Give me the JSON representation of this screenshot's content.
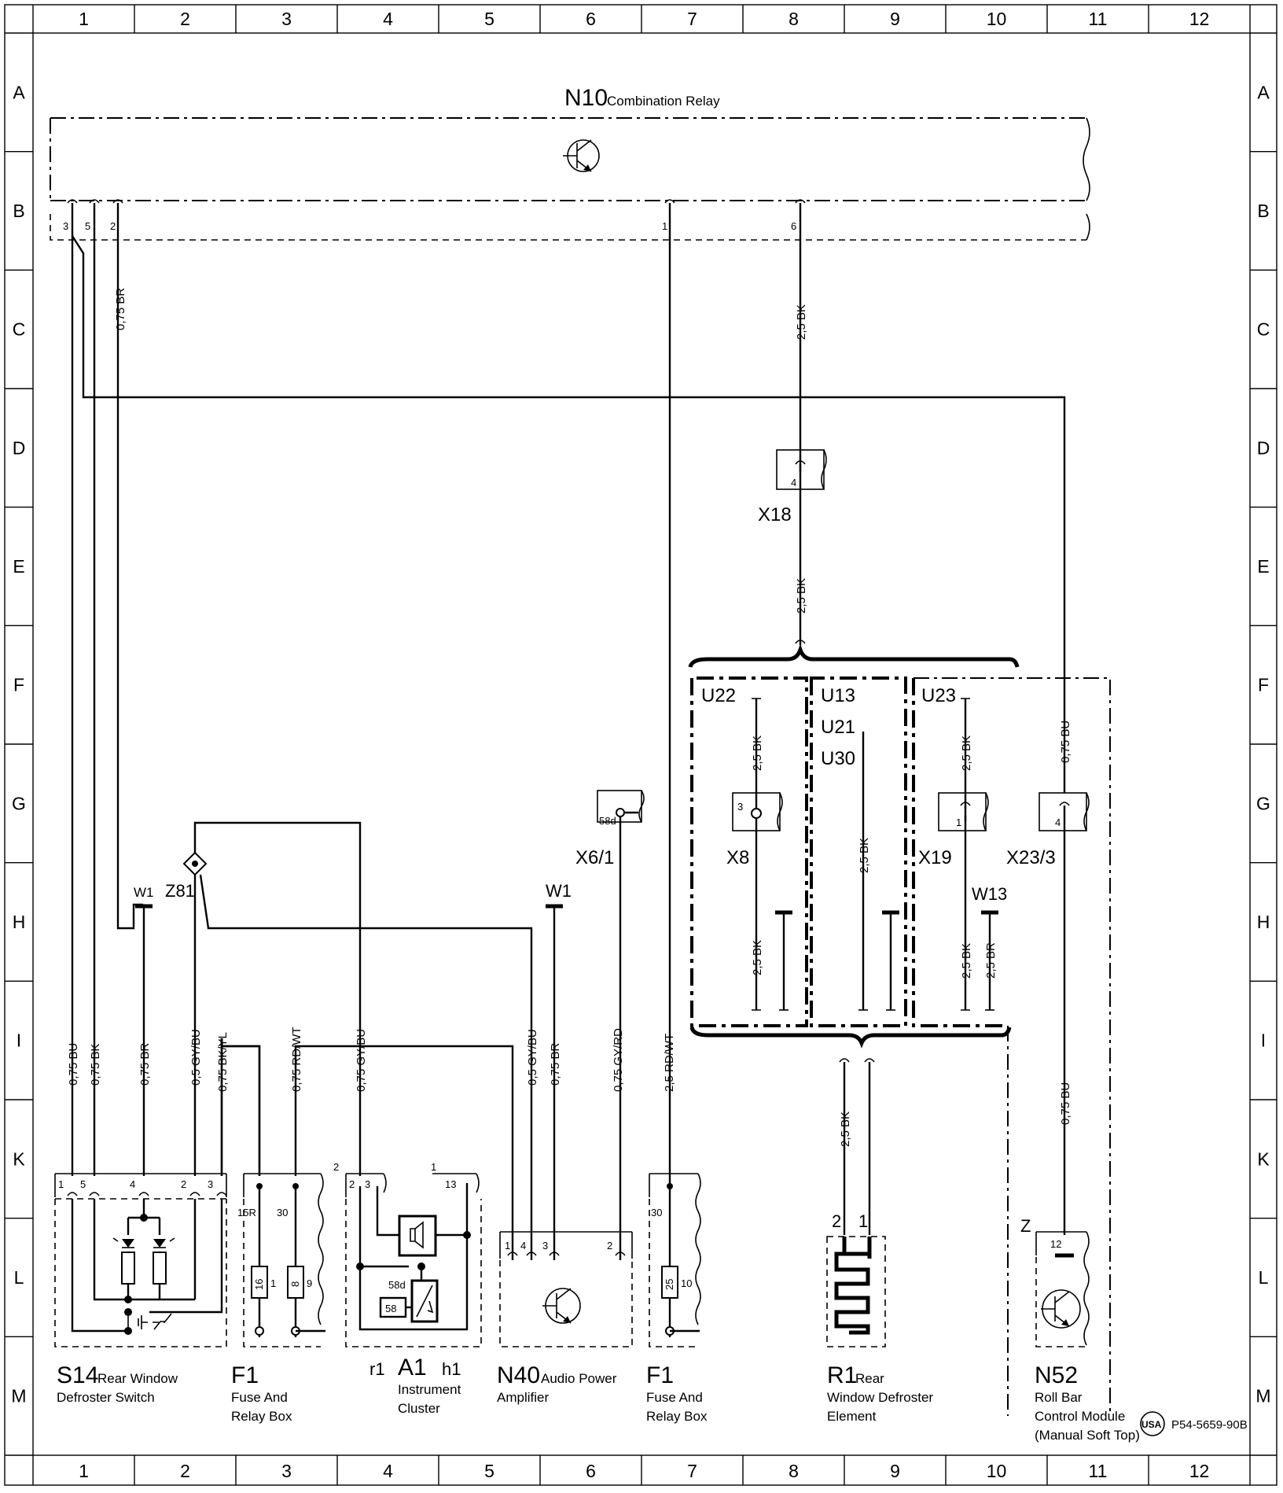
{
  "grid": {
    "columns": [
      "1",
      "2",
      "3",
      "4",
      "5",
      "6",
      "7",
      "8",
      "9",
      "10",
      "11",
      "12"
    ],
    "rows": [
      "A",
      "B",
      "C",
      "D",
      "E",
      "F",
      "G",
      "H",
      "I",
      "K",
      "L",
      "M"
    ]
  },
  "components": {
    "N10": {
      "code": "N10",
      "name": "Combination Relay"
    },
    "S14": {
      "code": "S14",
      "name1": "Rear Window",
      "name2": "Defroster Switch"
    },
    "F1a": {
      "code": "F1",
      "name1": "Fuse And",
      "name2": "Relay Box"
    },
    "A1": {
      "code": "A1",
      "name1": "Instrument",
      "name2": "Cluster",
      "left": "r1",
      "right": "h1"
    },
    "N40": {
      "code": "N40",
      "name1": "Audio Power",
      "name2": "Amplifier"
    },
    "F1b": {
      "code": "F1",
      "name1": "Fuse And",
      "name2": "Relay Box"
    },
    "R1": {
      "code": "R1",
      "name1": "Rear",
      "name2": "Window Defroster",
      "name3": "Element"
    },
    "N52": {
      "code": "N52",
      "name1": "Roll Bar",
      "name2": "Control Module",
      "name3": "(Manual Soft Top)"
    }
  },
  "connectors": {
    "X18": "X18",
    "X8": "X8",
    "X19": "X19",
    "X23_3": "X23/3",
    "X6_1": "X6/1",
    "W1a": "W1",
    "W1b": "W1",
    "W13": "W13",
    "Z81": "Z81",
    "Z": "Z"
  },
  "variants": {
    "U22": "U22",
    "U13": "U13",
    "U21": "U21",
    "U30": "U30",
    "U23": "U23"
  },
  "wires": {
    "bu075": "0,75 BU",
    "bk075": "0,75 BK",
    "br075": "0,75 BR",
    "gybu05": "0,5 GY/BU",
    "bkyl075": "0,75 BK/YL",
    "rdwt075": "0,75 RD/WT",
    "gybu075": "0,75 GY/BU",
    "gyrd075": "0,75 GY/RD",
    "rdwt25": "2,5 RD/WT",
    "bk25": "2,5 BK",
    "br25": "2,5 BR"
  },
  "pins": {
    "n10_3": "3",
    "n10_5": "5",
    "n10_2": "2",
    "n10_1": "1",
    "n10_6": "6",
    "x18": "4",
    "x8": "3",
    "x19": "1",
    "x23": "4",
    "x6": "58d",
    "s14_1": "1",
    "s14_5": "5",
    "s14_4": "4",
    "s14_2": "2",
    "s14_3": "3",
    "f1_15r": "15R",
    "f1_30": "30",
    "f1_16": "16",
    "f1_1": "1",
    "f1_8": "8",
    "f1_9": "9",
    "a1_2": "2",
    "a1_3": "3",
    "a1_13": "13",
    "a1_58d": "58d",
    "a1_58": "58",
    "a1_c2": "2",
    "a1_c1": "1",
    "n40_1": "1",
    "n40_4": "4",
    "n40_3": "3",
    "n40_2": "2",
    "f1b_30": "30",
    "f1b_25": "25",
    "f1b_10": "10",
    "r1_2": "2",
    "r1_1": "1",
    "n52_12": "12"
  },
  "footer": {
    "usa": "USA",
    "ref": "P54-5659-90B"
  }
}
